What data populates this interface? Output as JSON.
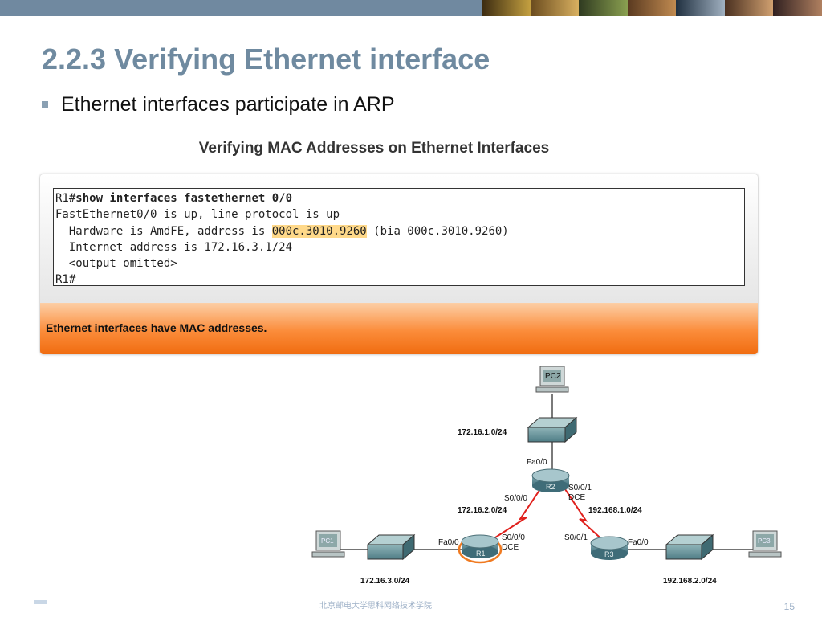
{
  "slide": {
    "title": "2.2.3 Verifying Ethernet interface",
    "bullet": "Ethernet interfaces participate in ARP",
    "page_number": "15",
    "footer": "北京邮电大学思科网络技术学院"
  },
  "figure": {
    "title": "Verifying MAC Addresses on Ethernet Interfaces",
    "caption": "Ethernet interfaces have MAC addresses.",
    "terminal": {
      "line1_prompt": "R1#",
      "line1_cmd": "show interfaces fastethernet 0/0",
      "line2": "FastEthernet0/0 is up, line protocol is up",
      "line3_pre": "  Hardware is AmdFE, address is ",
      "line3_mac": "000c.3010.9260",
      "line3_post": " (bia 000c.3010.9260)",
      "line4": "  Internet address is 172.16.3.1/24",
      "line5": "  <output omitted>",
      "line6": "R1#"
    }
  },
  "topology": {
    "routers": {
      "r1": "R1",
      "r2": "R2",
      "r3": "R3"
    },
    "networks": {
      "top": "172.16.1.0/24",
      "r2_r1": "172.16.2.0/24",
      "r2_r3": "192.168.1.0/24",
      "left": "172.16.3.0/24",
      "right": "192.168.2.0/24"
    },
    "interfaces": {
      "r2_fa": "Fa0/0",
      "r2_s000": "S0/0/0",
      "r2_s001": "S0/0/1",
      "r2_dce": "DCE",
      "r1_fa": "Fa0/0",
      "r1_s000": "S0/0/0",
      "r1_dce": "DCE",
      "r3_s001": "S0/0/1",
      "r3_fa": "Fa0/0"
    },
    "hosts": {
      "pc_top": "PC2",
      "pc_left": "PC1",
      "pc_right": "PC3"
    }
  },
  "colors": {
    "title": "#6f8aa0",
    "banner": "#7089a0",
    "highlight": "#ffd98a",
    "caption_bar": "#f47a20",
    "serial_link": "#e0201c",
    "router": "#4f7d8a"
  }
}
